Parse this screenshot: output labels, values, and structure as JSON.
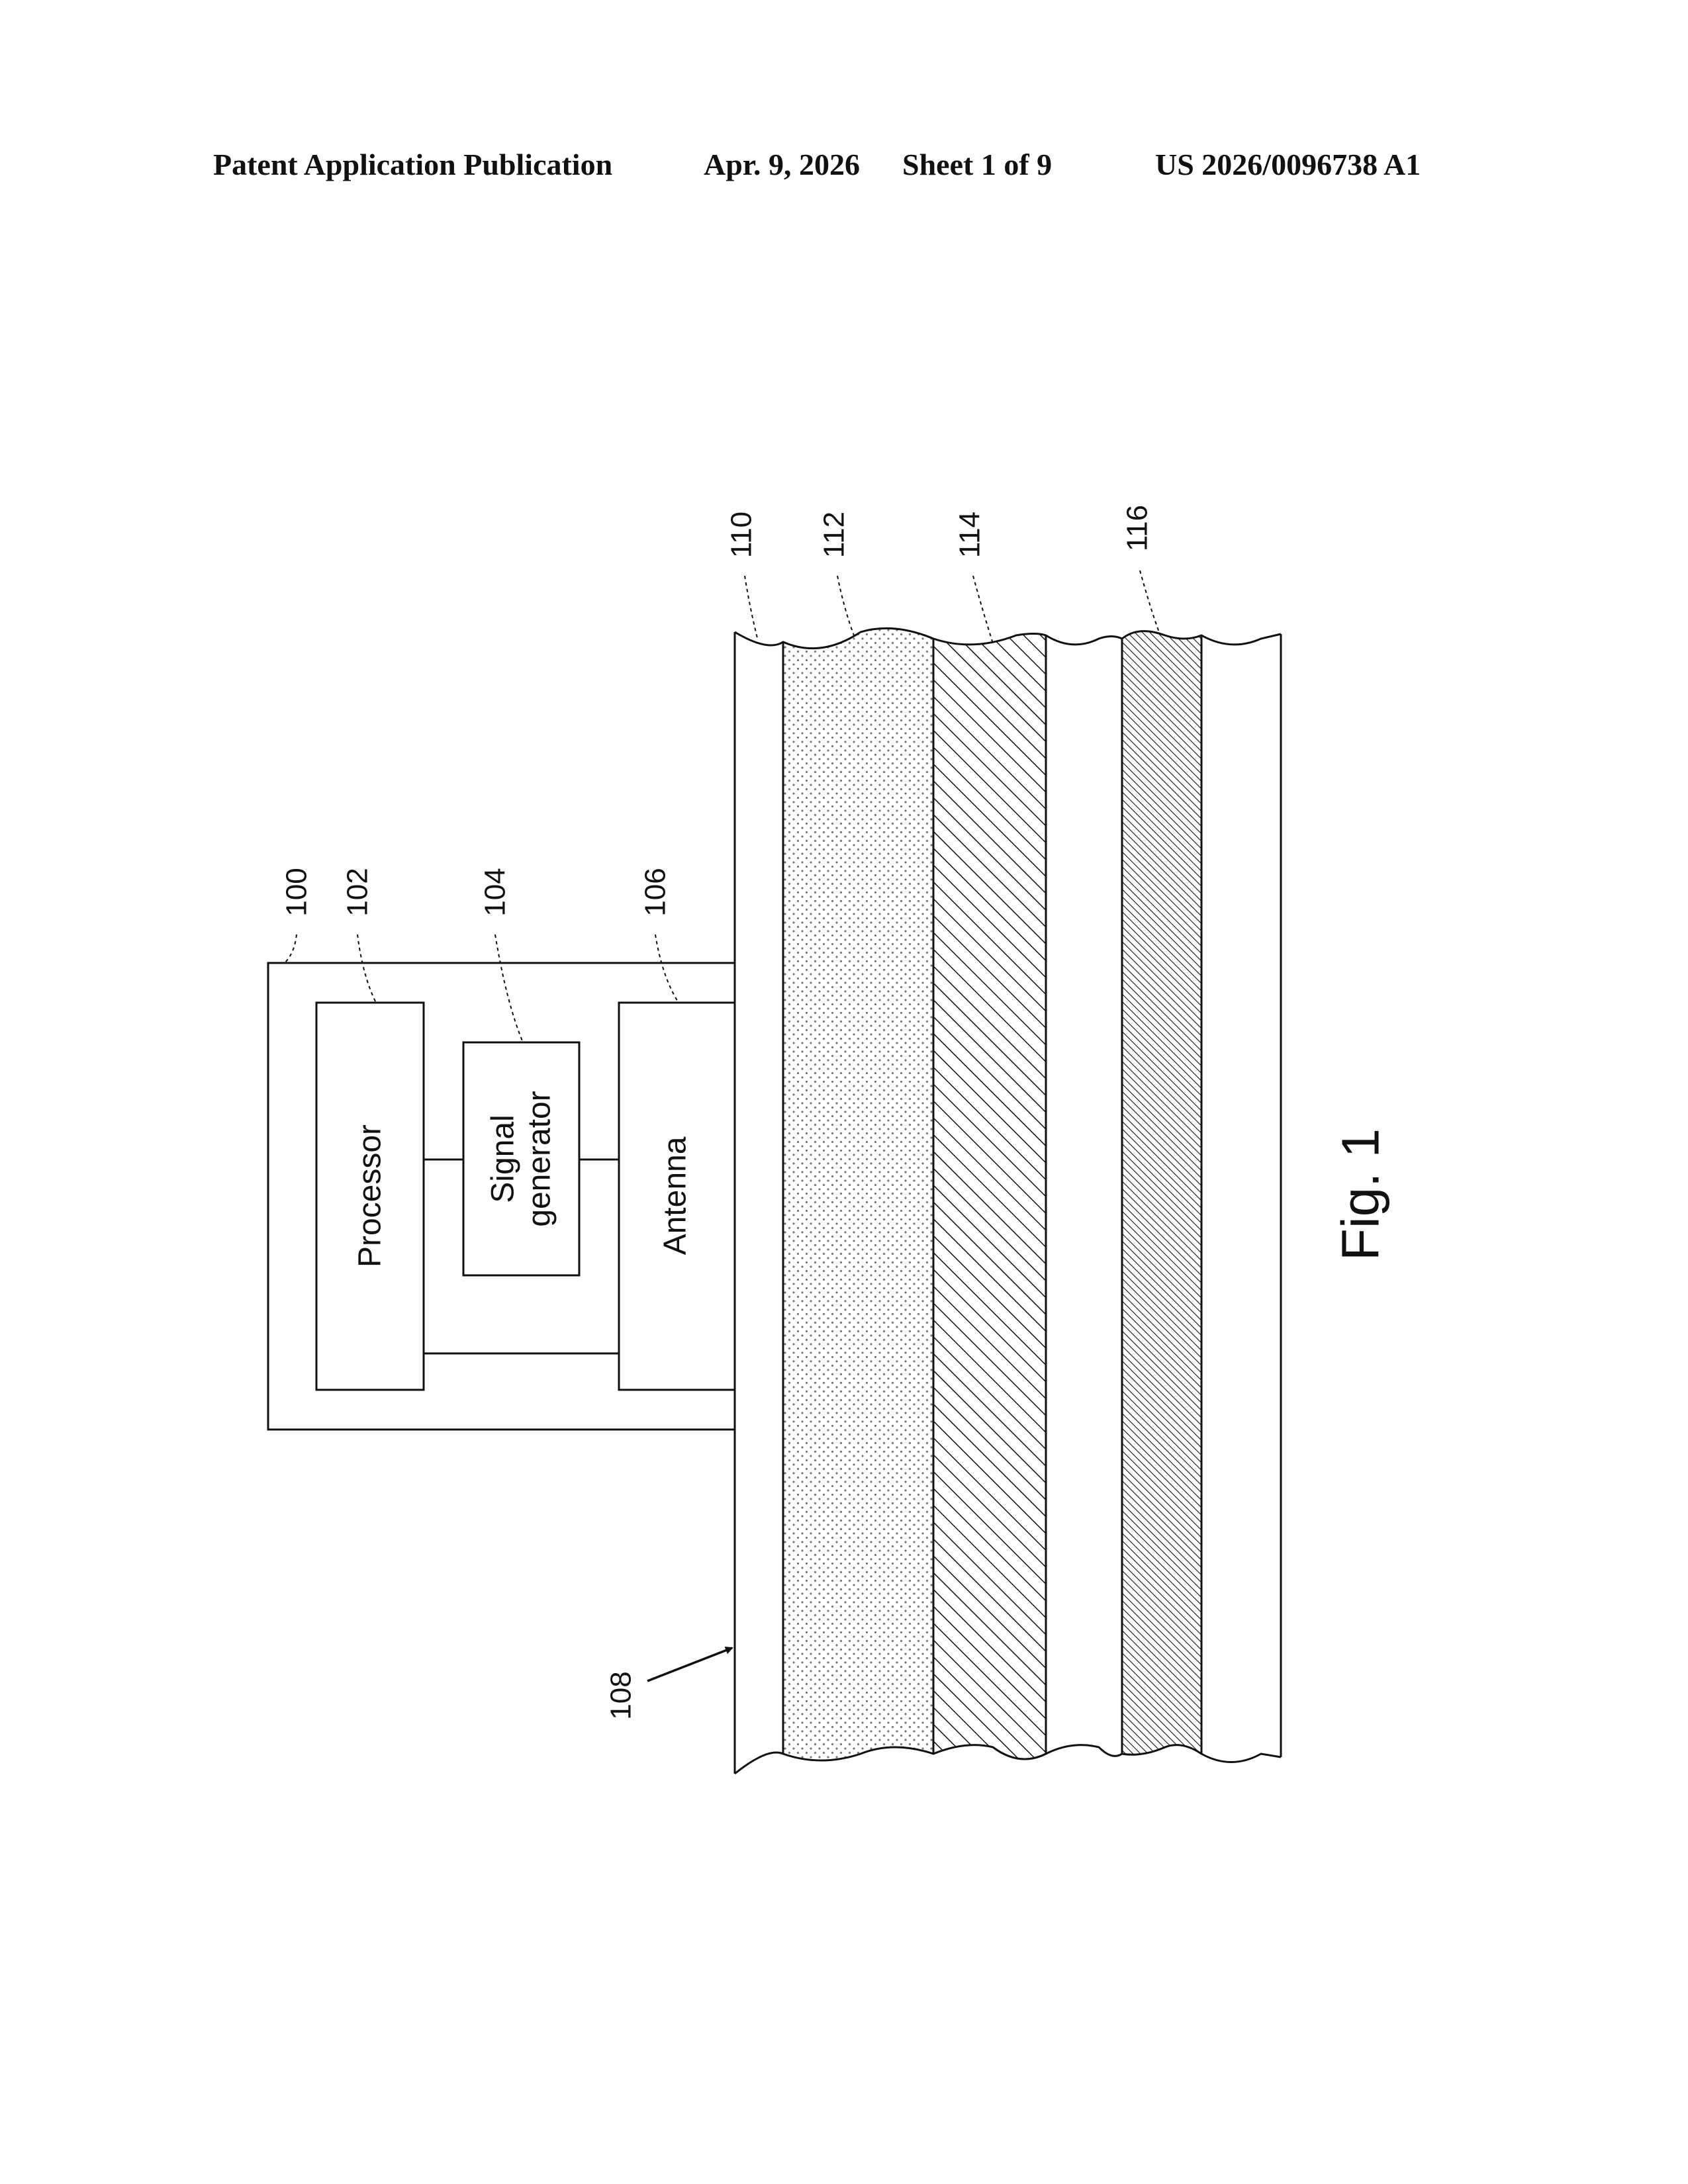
{
  "header": {
    "publication": "Patent Application Publication",
    "date": "Apr. 9, 2026",
    "sheet": "Sheet 1 of 9",
    "number": "US 2026/0096738 A1"
  },
  "diagram": {
    "figure_label": "Fig. 1",
    "refs": {
      "device": "100",
      "processor": "102",
      "signal_generator": "104",
      "antenna": "106",
      "structure": "108",
      "layer_a": "110",
      "layer_b": "112",
      "layer_c": "114",
      "layer_d": "116"
    },
    "blocks": {
      "processor": "Processor",
      "signal_generator_line1": "Signal",
      "signal_generator_line2": "generator",
      "antenna": "Antenna"
    }
  },
  "colors": {
    "ink": "#111111",
    "dot_fill": "#777777",
    "paper": "#ffffff"
  }
}
